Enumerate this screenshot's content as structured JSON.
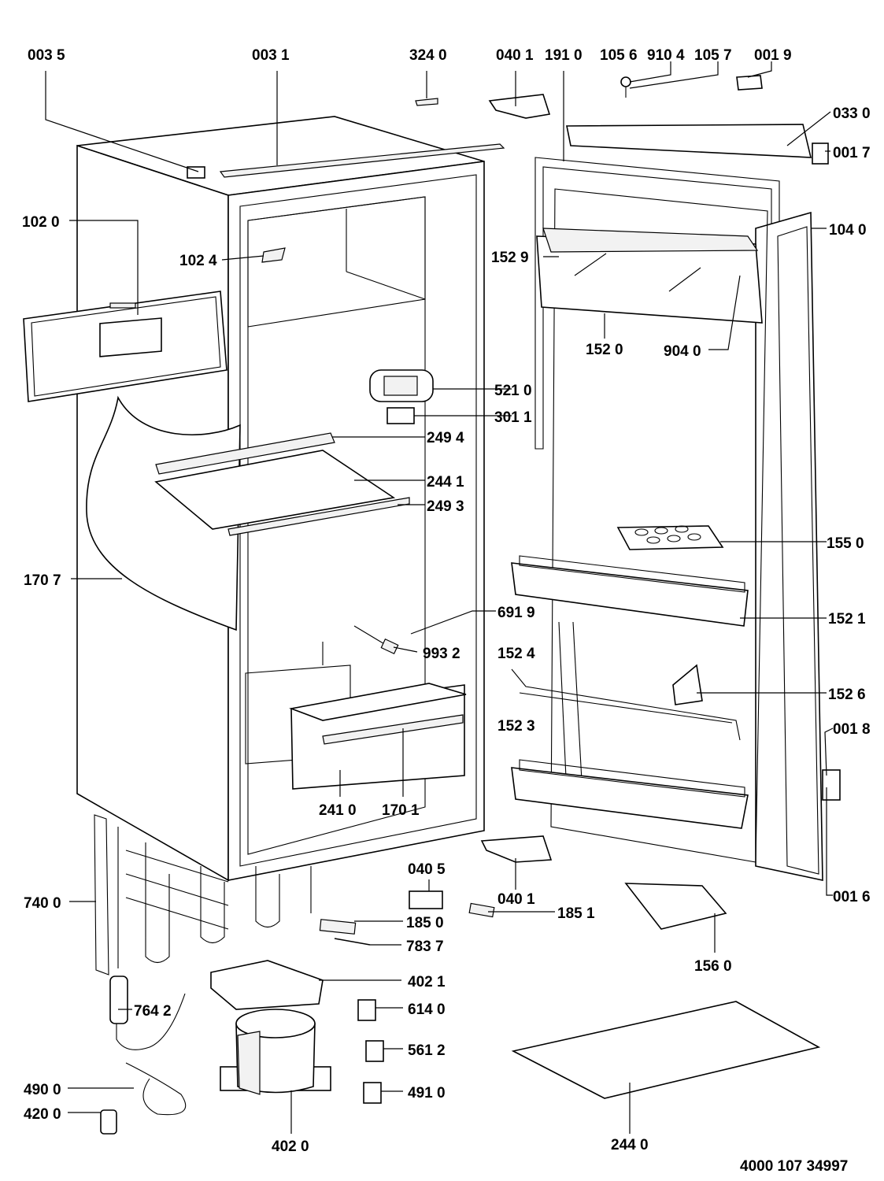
{
  "document_number": "4000 107 34997",
  "labels": {
    "l0035": "003 5",
    "l0031": "003 1",
    "l3240": "324 0",
    "l0401a": "040 1",
    "l1910": "191 0",
    "l1056": "105 6",
    "l9104": "910 4",
    "l1057": "105 7",
    "l0019": "001 9",
    "l0330": "033 0",
    "l0017": "001 7",
    "l1020": "102 0",
    "l1024": "102 4",
    "l1040": "104 0",
    "l1529": "152 9",
    "l1520": "152 0",
    "l9040": "904 0",
    "l5210": "521 0",
    "l3011": "301 1",
    "l2494": "249 4",
    "l2441": "244 1",
    "l2493": "249 3",
    "l1550": "155 0",
    "l1707": "170 7",
    "l6919": "691 9",
    "l1521": "152 1",
    "l9932": "993 2",
    "l1524": "152 4",
    "l1526": "152 6",
    "l1523": "152 3",
    "l0018": "001 8",
    "l2410": "241 0",
    "l1701": "170 1",
    "l0405": "040 5",
    "l0401b": "040 1",
    "l1851": "185 1",
    "l0016": "001 6",
    "l7400": "740 0",
    "l1850": "185 0",
    "l7837": "783 7",
    "l1560": "156 0",
    "l4021": "402 1",
    "l7642": "764 2",
    "l6140": "614 0",
    "l5612": "561 2",
    "l4900": "490 0",
    "l4910": "491 0",
    "l4200": "420 0",
    "l4020": "402 0",
    "l2440": "244 0"
  }
}
